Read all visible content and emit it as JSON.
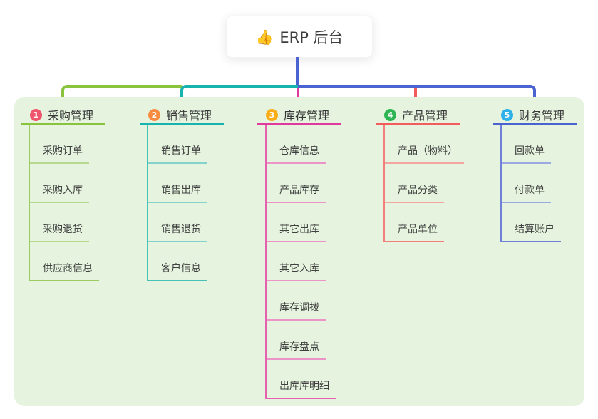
{
  "root": {
    "label": "ERP 后台",
    "emoji": "👍",
    "connector_color": "#4b63d0"
  },
  "panel": {
    "bg": "#e6f4df"
  },
  "branches": [
    {
      "number": "1",
      "label": "采购管理",
      "badge_color": "#f0566b",
      "line_color": "#8ac43f",
      "line_mid": "#9bcb61",
      "line_light": "#b4d98f",
      "children": [
        "采购订单",
        "采购入库",
        "采购退货",
        "供应商信息"
      ]
    },
    {
      "number": "2",
      "label": "销售管理",
      "badge_color": "#f78b40",
      "line_color": "#17b3ae",
      "line_mid": "#48c1b9",
      "line_light": "#83d2cb",
      "children": [
        "销售订单",
        "销售出库",
        "销售退货",
        "客户信息"
      ]
    },
    {
      "number": "3",
      "label": "库存管理",
      "badge_color": "#f9ad18",
      "line_color": "#e03a9e",
      "line_mid": "#e560ae",
      "line_light": "#ec93c8",
      "children": [
        "仓库信息",
        "产品库存",
        "其它出库",
        "其它入库",
        "库存调拨",
        "库存盘点",
        "出库库明细"
      ]
    },
    {
      "number": "4",
      "label": "产品管理",
      "badge_color": "#2eb553",
      "line_color": "#f25c5c",
      "line_mid": "#f37e7a",
      "line_light": "#f5a5a0",
      "children": [
        "产品（物料）",
        "产品分类",
        "产品单位"
      ]
    },
    {
      "number": "5",
      "label": "财务管理",
      "badge_color": "#2fb0e8",
      "line_color": "#4b63d0",
      "line_mid": "#6e80d8",
      "line_light": "#9aa9e2",
      "children": [
        "回款单",
        "付款单",
        "结算账户"
      ]
    }
  ]
}
